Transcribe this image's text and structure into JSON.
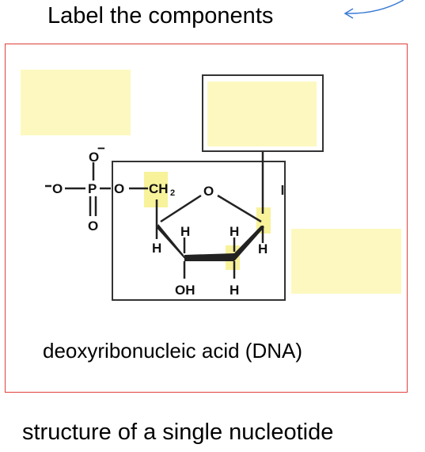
{
  "heading": "Label the components",
  "name_label": "deoxyribonucleic acid (DNA)",
  "caption": "structure of a single nucleotide",
  "molecule": {
    "phosphate": {
      "o_top": "O",
      "o_left": "O",
      "p": "P",
      "o_bottom": "O",
      "o_bridge": "O",
      "charge": "−"
    },
    "sugar": {
      "ch2": "CH",
      "ch2_sub": "2",
      "ring_o": "O",
      "h_c4_up": "H",
      "h_c4_down": "H",
      "h_c2_up": "H",
      "h_c1_down": "H",
      "oh": "OH",
      "h_c3_down": "H"
    }
  },
  "colors": {
    "label_box": "#fdf8bf",
    "highlight": "#f5ee7a",
    "frame_border": "#e0403a",
    "bond": "#333333",
    "arrow": "#3a7bd5"
  }
}
